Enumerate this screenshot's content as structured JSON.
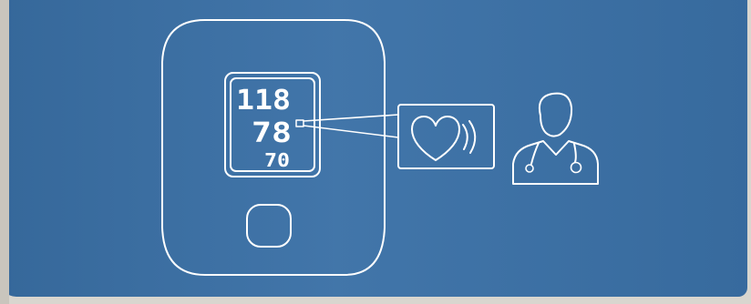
{
  "display": {
    "systolic": "118",
    "diastolic": "78",
    "pulse": "70"
  },
  "icons": {
    "device": "blood-pressure-monitor-icon",
    "heart": "heart-pulse-icon",
    "doctor": "doctor-stethoscope-icon"
  },
  "colors": {
    "panel": "#3a70a6",
    "line": "#ffffff",
    "paper": "#d9d6cf"
  }
}
